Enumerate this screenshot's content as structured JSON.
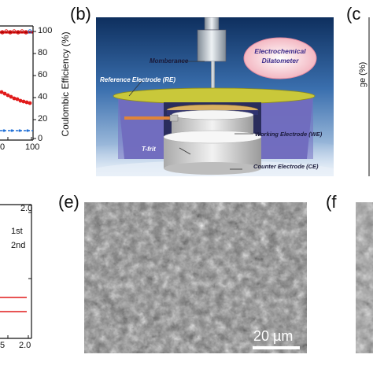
{
  "panel_a": {
    "right_axis_label": "Coulombic Efficiency (%)",
    "right_ticks": [
      "100",
      "80",
      "60",
      "40",
      "20",
      "0"
    ],
    "x_ticks": [
      "0",
      "100"
    ]
  },
  "panel_b": {
    "letter": "(b)",
    "labels": {
      "membrane": "Momberance",
      "reference": "Reference Electrode (RE)",
      "working": "Working Electrode (WE)",
      "tfrit": "T-frit",
      "counter": "Counter Electrode (CE)",
      "dilatometer_line1": "Electrochemical",
      "dilatometer_line2": "Dilatometer"
    }
  },
  "panel_c": {
    "letter": "(c",
    "axis_label_fragment": "Thickness Change (%)"
  },
  "panel_d": {
    "legend_1": "1st",
    "legend_2": "2nd",
    "x_tick_end": "2.0",
    "x_tick_prev": "5"
  },
  "panel_e": {
    "letter": "(e)",
    "scalebar": "20 µm"
  },
  "panel_f": {
    "letter": "(f"
  },
  "colors": {
    "efficiency_series": "#e11b1b",
    "capacity_series": "#1f6fd6",
    "sky": "#2b5f9e",
    "cell_purple": "#6b67b8"
  }
}
